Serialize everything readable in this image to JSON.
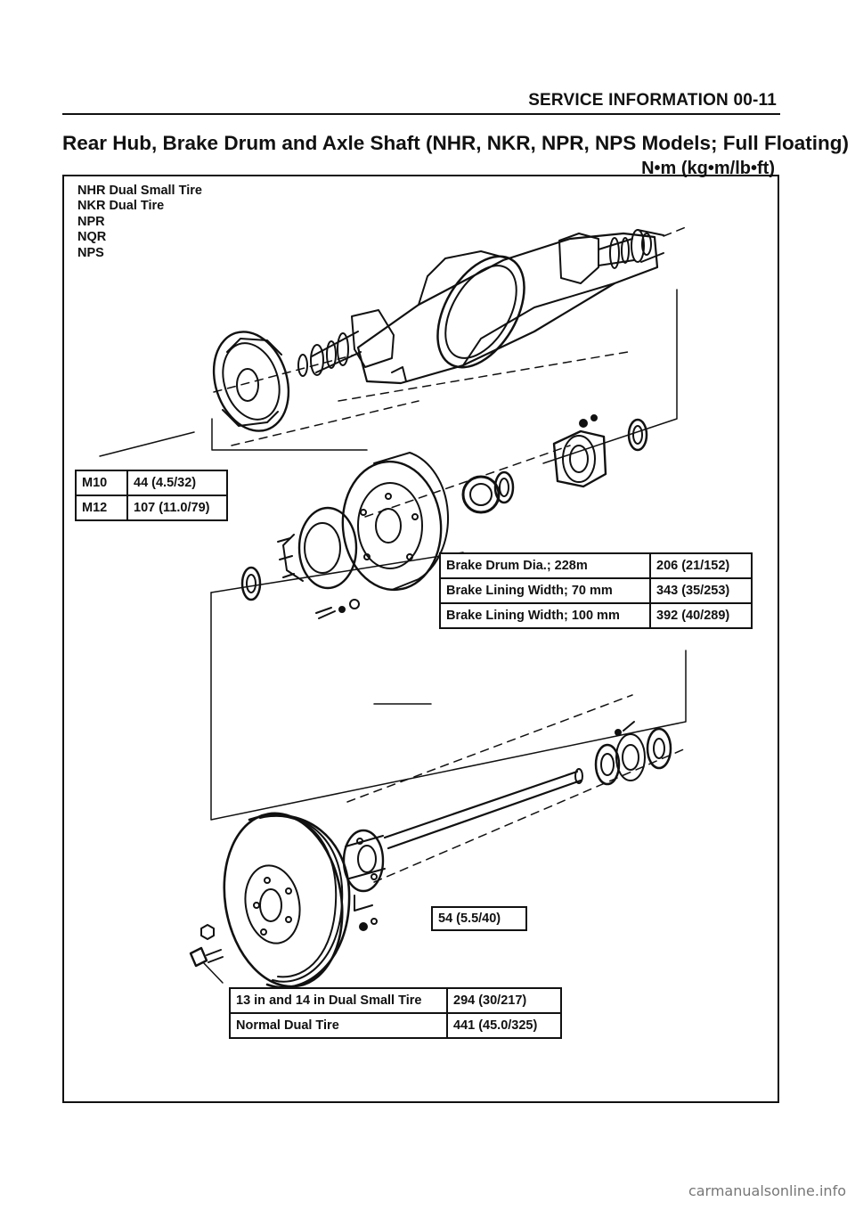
{
  "header": {
    "section": "SERVICE INFORMATION 00-11"
  },
  "page": {
    "title": "Rear Hub, Brake Drum and Axle Shaft (NHR, NKR, NPR, NPS Models; Full Floating)",
    "units": "N•m (kg•m/lb•ft)"
  },
  "models": [
    "NHR Dual Small Tire",
    "NKR Dual Tire",
    "NPR",
    "NQR",
    "NPS"
  ],
  "tables": {
    "bolts": [
      {
        "size": "M10",
        "torque": "44 (4.5/32)"
      },
      {
        "size": "M12",
        "torque": "107 (11.0/79)"
      }
    ],
    "brake": [
      {
        "label": "Brake Drum Dia.; 228m",
        "torque": "206 (21/152)"
      },
      {
        "label": "Brake Lining Width; 70 mm",
        "torque": "343 (35/253)"
      },
      {
        "label": "Brake Lining Width; 100 mm",
        "torque": "392 (40/289)"
      }
    ],
    "flange": {
      "torque": "54 (5.5/40)"
    },
    "wheel": [
      {
        "label": "13 in and 14 in Dual Small Tire",
        "torque": "294 (30/217)"
      },
      {
        "label": "Normal Dual Tire",
        "torque": "441 (45.0/325)"
      }
    ]
  },
  "footer": {
    "watermark": "carmanualsonline.info"
  }
}
